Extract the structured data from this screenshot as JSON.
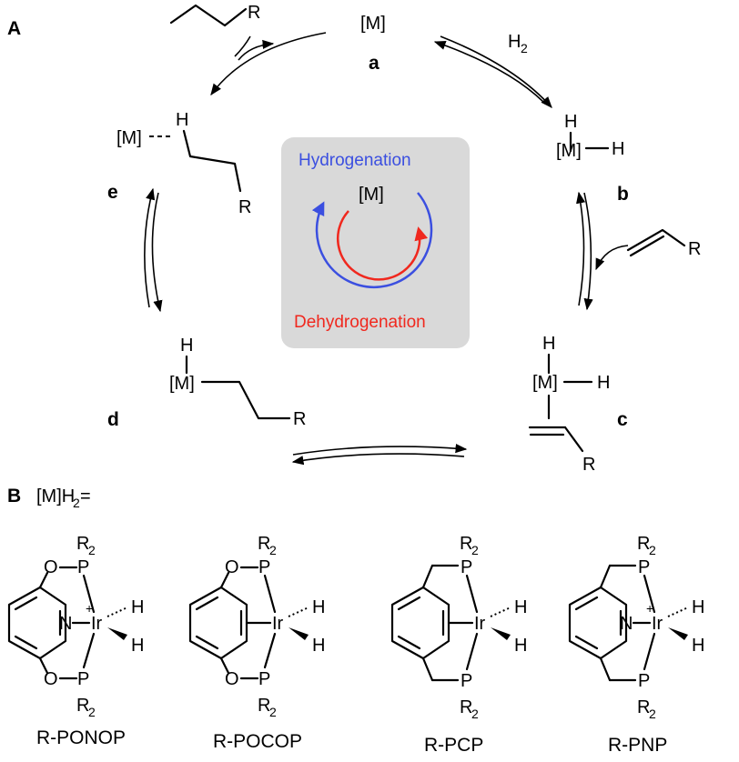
{
  "panel_a": {
    "label": "A",
    "states": {
      "a": {
        "id": "a",
        "species": "[M]"
      },
      "b": {
        "id": "b",
        "M": "[M]",
        "H": "H"
      },
      "c": {
        "id": "c",
        "M": "[M]",
        "H": "H",
        "R": "R"
      },
      "d": {
        "id": "d",
        "M": "[M]",
        "H": "H",
        "R": "R"
      },
      "e": {
        "id": "e",
        "M": "[M]",
        "H": "H",
        "R": "R"
      }
    },
    "h2": {
      "H": "H",
      "sub": "2"
    },
    "alkene_R": "R",
    "product_R": "R",
    "center": {
      "hydrogenation": "Hydrogenation",
      "metal": "[M]",
      "dehydrogenation": "Dehydrogenation",
      "colors": {
        "hydrogenation": "#3b4fe0",
        "dehydrogenation": "#f0281e",
        "box": "#d9d9d9"
      }
    }
  },
  "panel_b": {
    "label": "B",
    "mh2": {
      "M": "[M]H",
      "sub": "2",
      "eq": " ="
    },
    "atoms": {
      "P": "P",
      "O": "O",
      "N": "N",
      "Ir": "Ir",
      "H": "H",
      "R": "R",
      "sub": "2",
      "plus": "+"
    },
    "complexes": [
      {
        "name": "R-PONOP"
      },
      {
        "name": "R-POCOP"
      },
      {
        "name": "R-PCP"
      },
      {
        "name": "R-PNP"
      }
    ]
  }
}
